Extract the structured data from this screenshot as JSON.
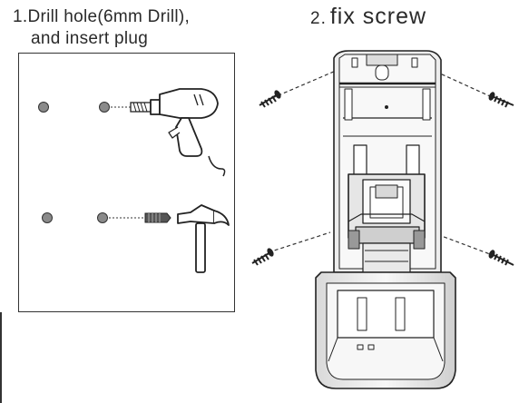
{
  "step1": {
    "line1": "1.Drill hole(6mm Drill),",
    "line2": "and insert plug"
  },
  "step2": {
    "number": "2.",
    "title": "fix screw"
  },
  "colors": {
    "wall_hole": "#8a8a8a",
    "line": "#222222",
    "dispenser_fill": "#f2f2f2",
    "dispenser_shadow": "#555555"
  },
  "icons": {
    "drill": "power-drill-icon",
    "hammer": "hammer-icon",
    "plug": "wall-plug-icon",
    "screw": "screw-icon",
    "dispenser": "soap-dispenser-icon"
  }
}
